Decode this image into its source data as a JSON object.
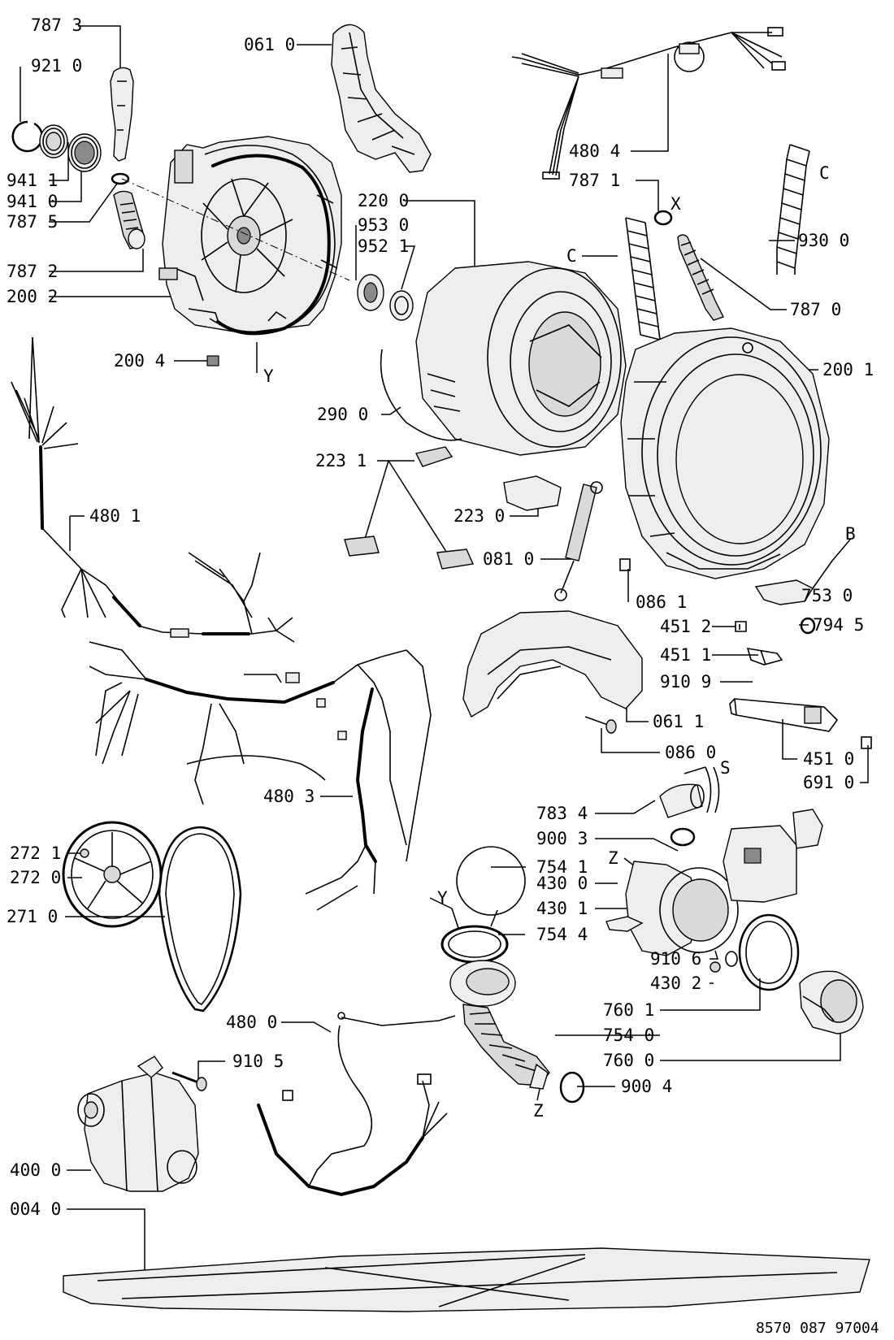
{
  "drawing_number": "8570 087 97004",
  "labels": {
    "l_787_3": "787 3",
    "l_921_0": "921 0",
    "l_941_1": "941 1",
    "l_941_0": "941 0",
    "l_787_5": "787 5",
    "l_787_2": "787 2",
    "l_200_2": "200 2",
    "l_061_0": "061 0",
    "l_480_4": "480 4",
    "l_787_1": "787 1",
    "l_x": "X",
    "l_c1": "C",
    "l_930_0": "930 0",
    "l_220_0": "220 0",
    "l_953_0": "953 0",
    "l_952_1": "952 1",
    "l_c2": "C",
    "l_787_0": "787 0",
    "l_200_1": "200 1",
    "l_200_4": "200 4",
    "l_y1": "Y",
    "l_290_0": "290 0",
    "l_223_1": "223 1",
    "l_223_0": "223 0",
    "l_480_1": "480 1",
    "l_081_0": "081 0",
    "l_b": "B",
    "l_086_1": "086 1",
    "l_753_0": "753 0",
    "l_451_2": "451 2",
    "l_794_5": "794 5",
    "l_451_1": "451 1",
    "l_910_9": "910 9",
    "l_061_1": "061 1",
    "l_086_0": "086 0",
    "l_451_0": "451 0",
    "l_691_0": "691 0",
    "l_480_3": "480 3",
    "l_s": "S",
    "l_783_4": "783 4",
    "l_900_3": "900 3",
    "l_z1": "Z",
    "l_754_1": "754 1",
    "l_430_0": "430 0",
    "l_y2": "Y",
    "l_430_1": "430 1",
    "l_754_4": "754 4",
    "l_272_1": "272 1",
    "l_272_0": "272 0",
    "l_271_0": "271 0",
    "l_910_6": "910 6",
    "l_430_2": "430 2",
    "l_760_1": "760 1",
    "l_480_0": "480 0",
    "l_754_0": "754 0",
    "l_760_0": "760 0",
    "l_910_5": "910 5",
    "l_900_4": "900 4",
    "l_z2": "Z",
    "l_400_0": "400 0",
    "l_004_0": "004 0"
  }
}
